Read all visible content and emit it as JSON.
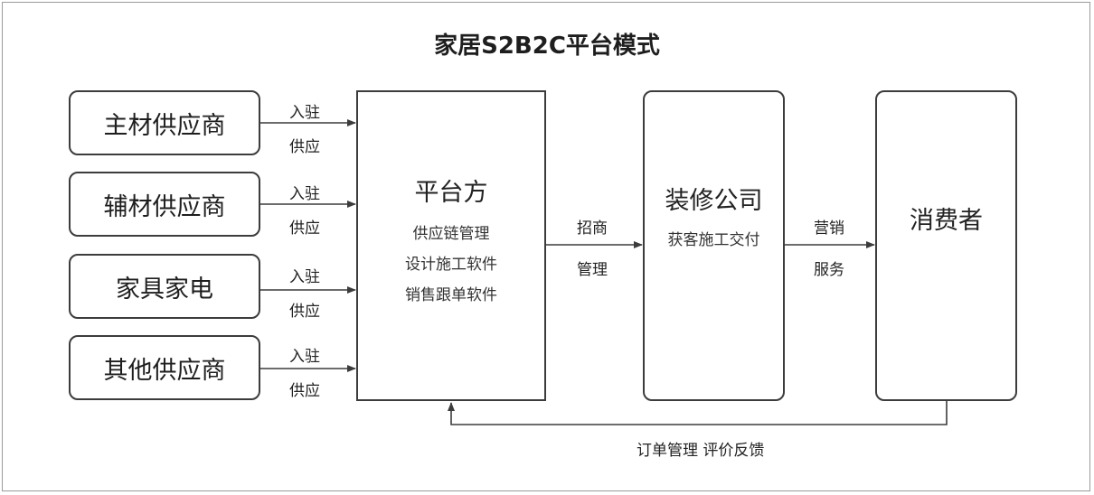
{
  "title": "家居S2B2C平台模式",
  "suppliers": [
    {
      "name": "主材供应商",
      "label_top": "入驻",
      "label_bottom": "供应"
    },
    {
      "name": "辅材供应商",
      "label_top": "入驻",
      "label_bottom": "供应"
    },
    {
      "name": "家具家电",
      "label_top": "入驻",
      "label_bottom": "供应"
    },
    {
      "name": "其他供应商",
      "label_top": "入驻",
      "label_bottom": "供应"
    }
  ],
  "platform": {
    "name": "平台方",
    "items": [
      "供应链管理",
      "设计施工软件",
      "销售跟单软件"
    ]
  },
  "platform_to_company": {
    "top": "招商",
    "bottom": "管理"
  },
  "company": {
    "name": "装修公司",
    "desc": "获客施工交付"
  },
  "company_to_consumer": {
    "top": "营销",
    "bottom": "服务"
  },
  "consumer": {
    "name": "消费者"
  },
  "feedback_label": "订单管理 评价反馈"
}
